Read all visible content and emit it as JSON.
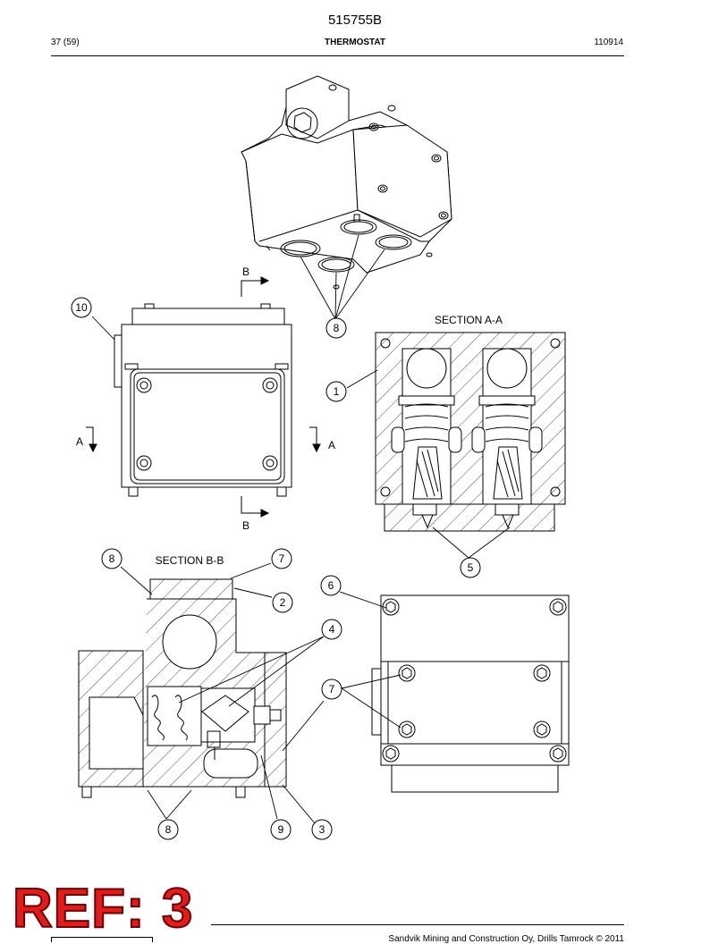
{
  "header": {
    "document_number": "515755B",
    "page": "37 (59)",
    "title": "THERMOSTAT",
    "date_code": "110914"
  },
  "views": {
    "section_aa_label": "SECTION A-A",
    "section_bb_label": "SECTION B-B",
    "arrow_a_left": "A",
    "arrow_a_right": "A",
    "arrow_b_top": "B",
    "arrow_b_bottom": "B"
  },
  "callouts": [
    "10",
    "8",
    "1",
    "5",
    "8",
    "7",
    "2",
    "6",
    "4",
    "7",
    "8",
    "9",
    "3"
  ],
  "stamp": {
    "text": "REF: 3",
    "color": "#e31b1b"
  },
  "footer": {
    "copyright": "Sandvik Mining and Construction Oy, Drills Tamrock © 2011"
  }
}
